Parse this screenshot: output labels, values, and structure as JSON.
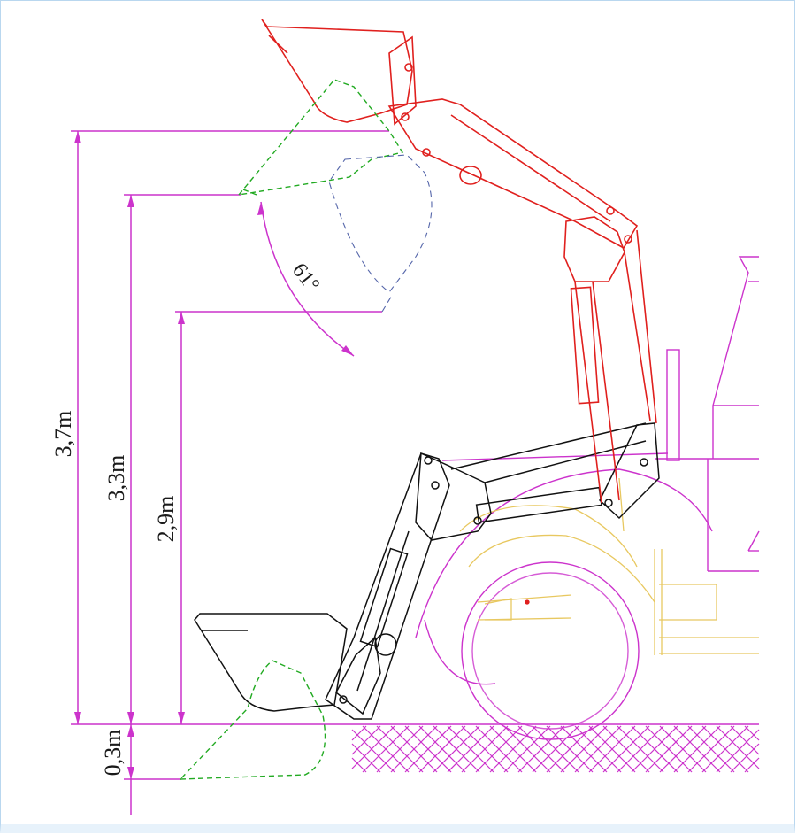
{
  "diagram": {
    "colors": {
      "dimension": "#cc33cc",
      "tractor": "#cc33cc",
      "loader_raised": "#e0201e",
      "loader_lowered": "#111111",
      "bucket_green": "#22aa22",
      "bucket_blue": "#5566aa",
      "tractor_yellow": "#e8c860",
      "hatch": "#cc33cc"
    },
    "dimensions": [
      {
        "id": "height-3-7",
        "label": "3,7m"
      },
      {
        "id": "height-3-3",
        "label": "3,3m"
      },
      {
        "id": "height-2-9",
        "label": "2,9m"
      },
      {
        "id": "depth-0-3",
        "label": "0,3m"
      }
    ],
    "angle": {
      "label": "61°"
    }
  }
}
